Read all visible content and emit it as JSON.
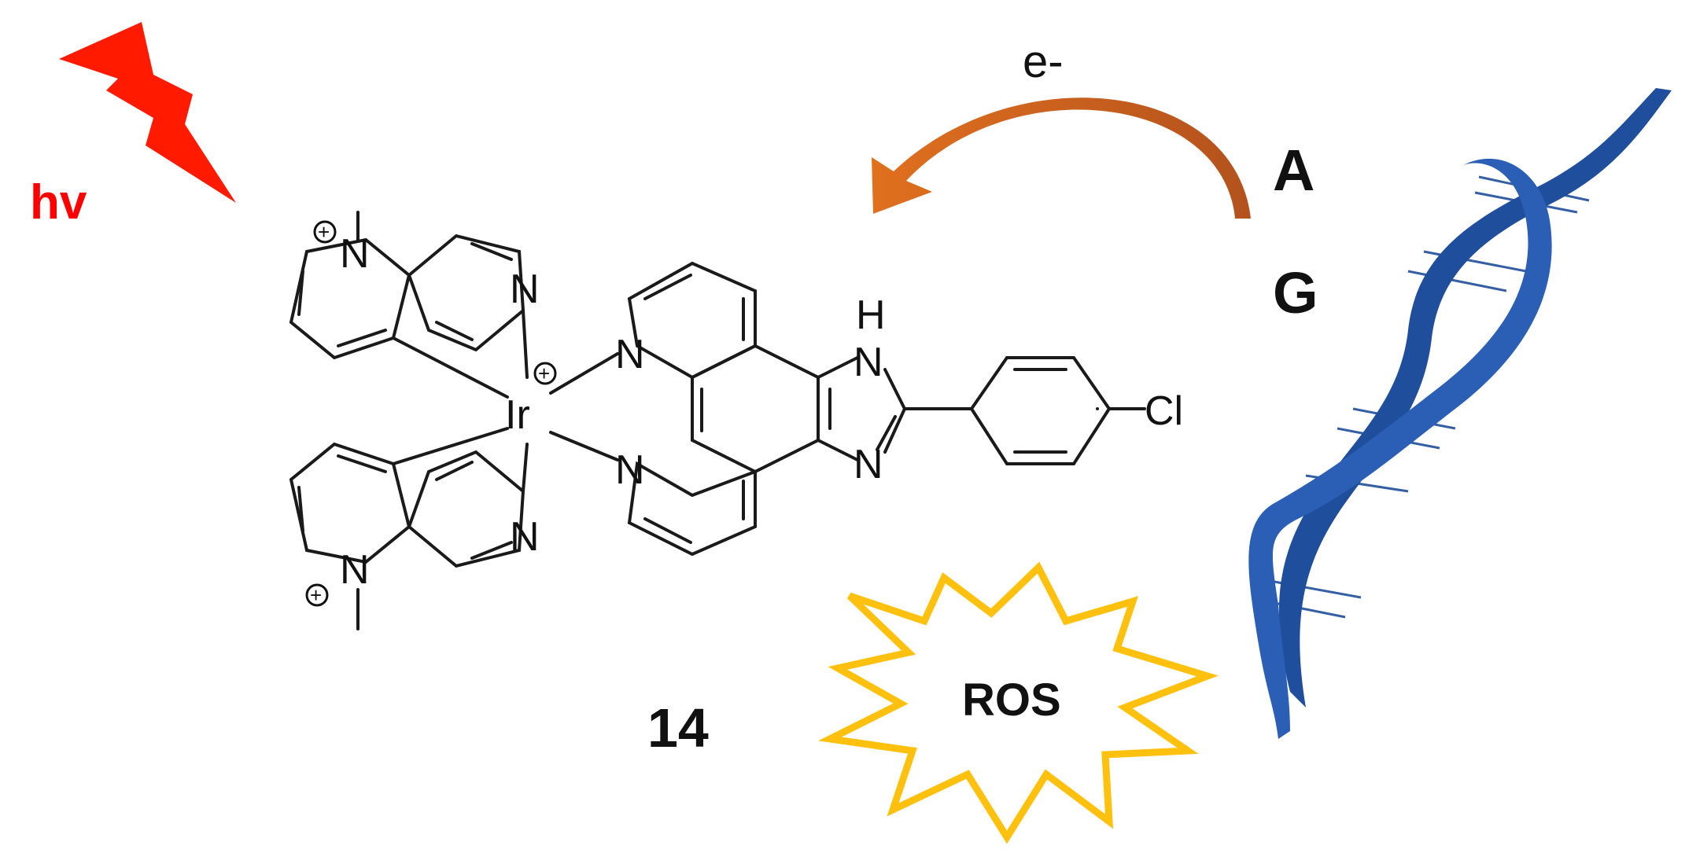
{
  "light": {
    "label": "hv",
    "color": "#ff0000"
  },
  "electron_transfer": {
    "label": "e-"
  },
  "bases": [
    "A",
    "G"
  ],
  "compound": {
    "number": "14"
  },
  "ros": {
    "label": "ROS",
    "fill": "#ffffff",
    "stroke": "#ffc10e"
  },
  "atoms": {
    "nitrogen": "N",
    "iridium": "Ir",
    "hydrogen": "H",
    "chlorine": "Cl",
    "positive_charge": "+"
  },
  "colors": {
    "bolt": "#ff1a00",
    "arrow": "#d4661c",
    "dna": "#1f4e9c",
    "bond": "#1a1a1a"
  }
}
